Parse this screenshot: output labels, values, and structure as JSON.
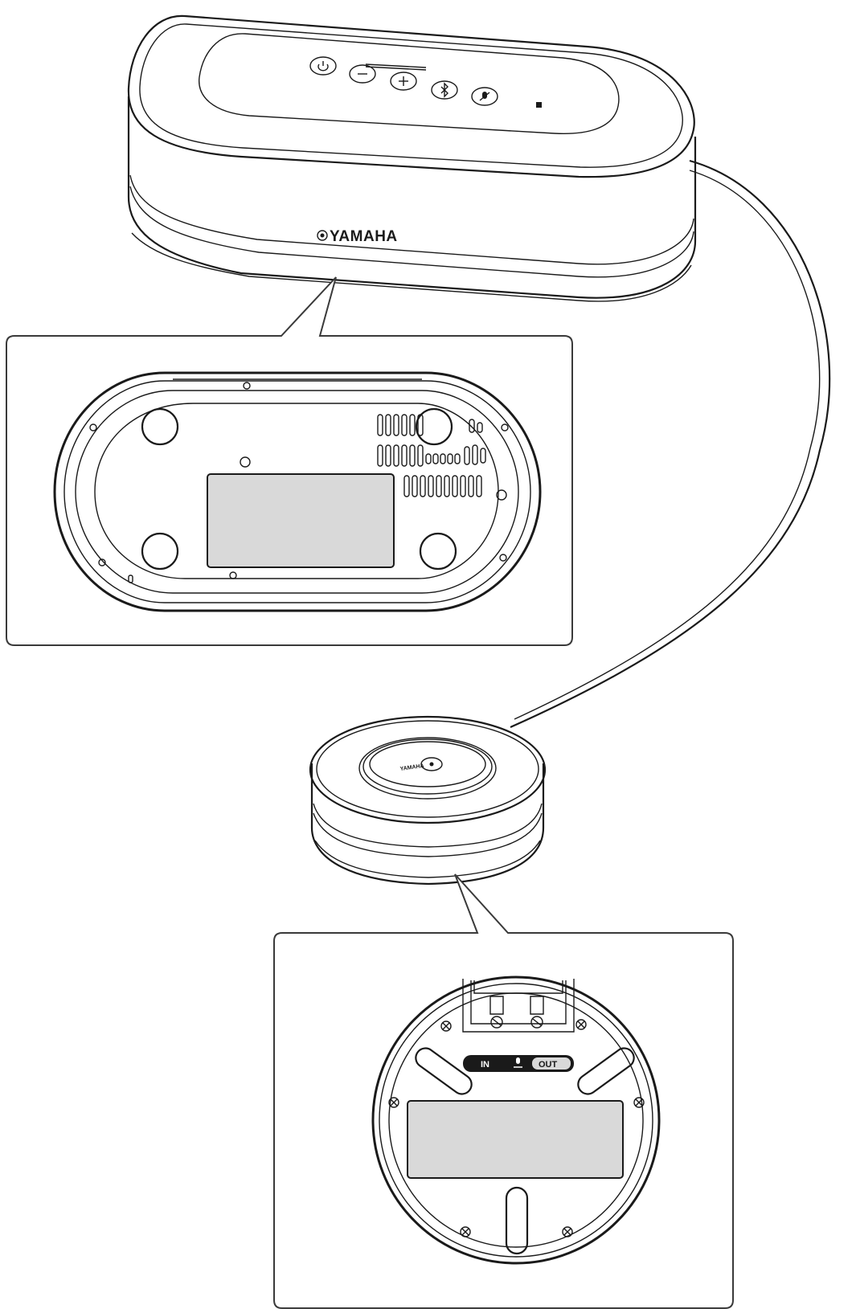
{
  "brand": {
    "main_unit_logo": "YAMAHA",
    "mic_logo": "YAMAHA"
  },
  "mic_ports": {
    "in_label": "IN",
    "out_label": "OUT"
  },
  "colors": {
    "line": "#1a1a1a",
    "label_plate": "#d9d9d9",
    "background": "#ffffff"
  },
  "icons": [
    "power-icon",
    "volume-down-icon",
    "volume-up-icon",
    "bluetooth-icon",
    "mic-mute-icon",
    "microphone-icon"
  ]
}
